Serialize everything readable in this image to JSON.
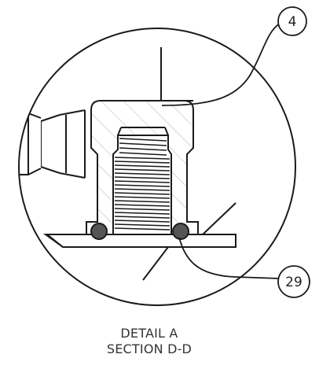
{
  "callouts": {
    "top_label": "4",
    "bottom_label": "29"
  },
  "caption": {
    "line1": "DETAIL A",
    "line2": "SECTION D-D"
  },
  "colors": {
    "line": "#1a1a1a",
    "hatch": "#bdbdbd",
    "oring": "#555555",
    "background": "#ffffff"
  }
}
